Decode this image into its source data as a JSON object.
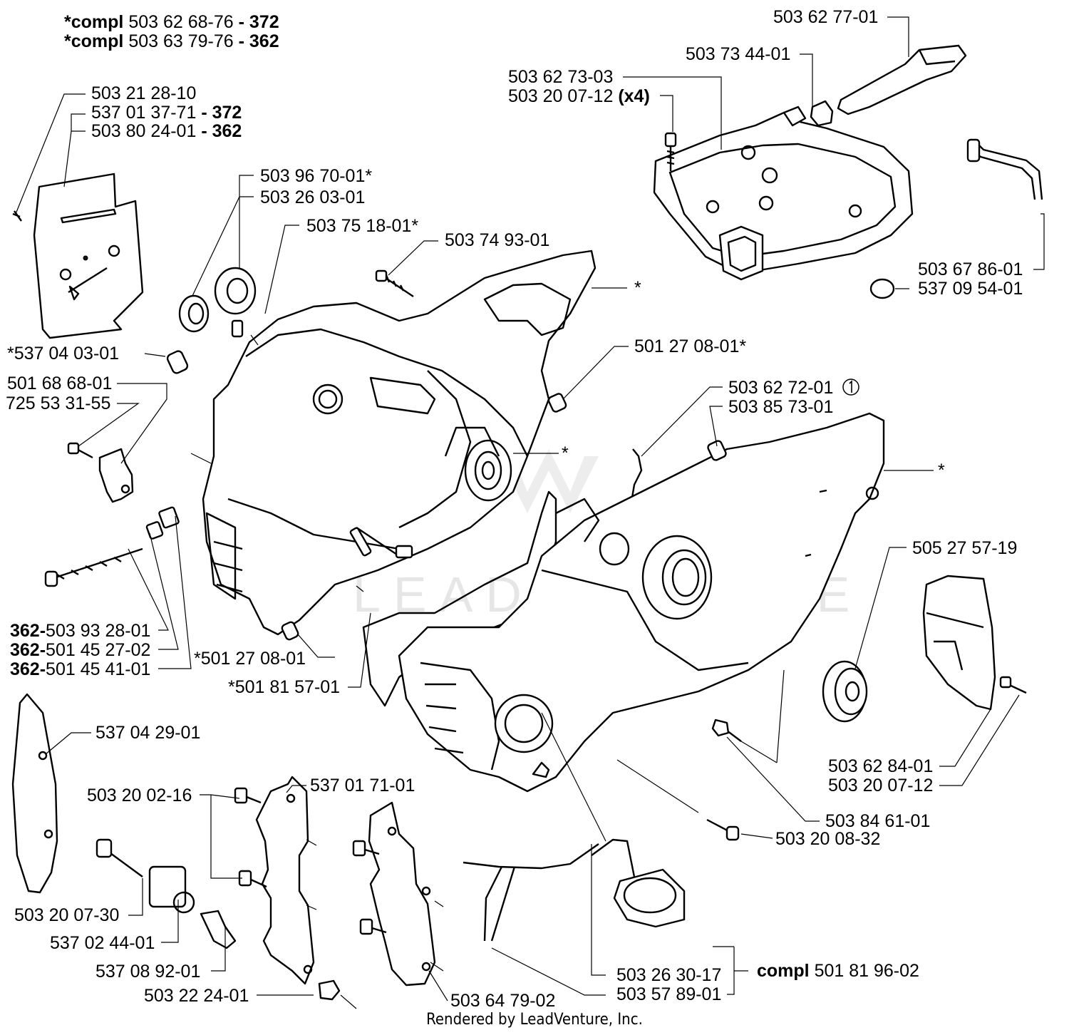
{
  "header": {
    "compl_prefix": "*compl",
    "line1_num": "503 62 68-76",
    "line1_model": "372",
    "line2_num": "503 63 79-76",
    "line2_model": "362",
    "sep": "-"
  },
  "labels": {
    "l_503_62_77_01": "503 62 77-01",
    "l_503_73_44_01": "503 73 44-01",
    "l_503_62_73_03": "503 62 73-03",
    "l_503_20_07_12_x4_num": "503 20 07-12",
    "l_503_20_07_12_x4_qty": "(x4)",
    "l_503_21_28_10": "503 21 28-10",
    "l_537_01_37_71_num": "537 01 37-71",
    "l_537_01_37_71_model": "372",
    "l_503_80_24_01_num": "503 80 24-01",
    "l_503_80_24_01_model": "362",
    "l_503_96_70_01": "503 96 70-01*",
    "l_503_26_03_01": "503 26 03-01",
    "l_503_75_18_01": "503 75 18-01*",
    "l_503_74_93_01": "503 74 93-01",
    "l_503_67_86_01": "503 67 86-01",
    "l_537_09_54_01": "537 09 54-01",
    "star_1": "*",
    "l_537_04_03_01": "*537 04 03-01",
    "l_501_27_08_01a": "501 27 08-01*",
    "l_501_68_68_01": "501 68 68-01",
    "l_725_53_31_55": "725 53 31-55",
    "l_503_62_72_01": "503 62 72-01",
    "l_503_85_73_01": "503 85 73-01",
    "star_2": "*",
    "star_3": "*",
    "l_505_27_57_19": "505 27 57-19",
    "prefix_362": "362-",
    "l_503_93_28_01": "503 93 28-01",
    "l_501_45_27_02": "501 45 27-02",
    "l_501_45_41_01": "501 45 41-01",
    "l_501_27_08_01b": "*501 27 08-01",
    "l_501_81_57_01": "*501 81 57-01",
    "l_537_04_29_01": "537 04 29-01",
    "l_503_62_84_01": "503 62 84-01",
    "l_503_20_07_12": "503 20 07-12",
    "l_503_20_02_16": "503 20 02-16",
    "l_537_01_71_01": "537 01 71-01",
    "l_503_84_61_01": "503 84 61-01",
    "l_503_20_08_32": "503 20 08-32",
    "l_503_20_07_30": "503 20 07-30",
    "l_537_02_44_01": "537 02 44-01",
    "l_537_08_92_01": "537 08 92-01",
    "l_503_26_30_17": "503 26 30-17",
    "compl_word": "compl",
    "l_501_81_96_02": "501 81 96-02",
    "l_503_22_24_01": "503 22 24-01",
    "l_503_64_79_02": "503 64 79-02",
    "l_503_57_89_01": "503 57 89-01"
  },
  "watermark": "LEADVENTURE",
  "footer": "Rendered by LeadVenture, Inc."
}
